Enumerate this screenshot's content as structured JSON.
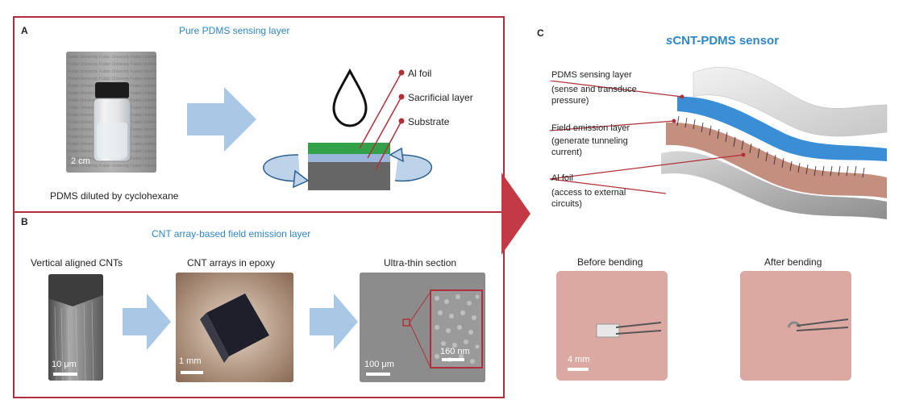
{
  "panelA": {
    "letter": "A",
    "title": "Pure PDMS sensing layer",
    "vial_caption": "PDMS diluted by cyclohexane",
    "vial_scale": "2 cm",
    "bottle_text": "Fudan University",
    "labels": [
      "Al foil",
      "Sacrificial layer",
      "Substrate"
    ]
  },
  "panelB": {
    "letter": "B",
    "title": "CNT array-based field emission layer",
    "items": [
      {
        "caption": "Vertical aligned CNTs",
        "scale": "10 μm"
      },
      {
        "caption": "CNT arrays in epoxy",
        "scale": "1 mm"
      },
      {
        "caption": "Ultra-thin section",
        "scale": "100 μm",
        "inset_scale": "160 nm"
      }
    ]
  },
  "panelC": {
    "letter": "C",
    "title_italic": "s",
    "title_rest": "CNT-PDMS sensor",
    "layers": [
      {
        "name": "PDMS sensing layer",
        "desc1": "(sense and transduce",
        "desc2": "pressure)"
      },
      {
        "name": "Field emission layer",
        "desc1": "(generate tunneling",
        "desc2": "current)"
      },
      {
        "name": "Al foil",
        "desc1": "(access to external",
        "desc2": "circuits)"
      }
    ],
    "before_label": "Before bending",
    "after_label": "After bending",
    "photo_scale": "4 mm"
  },
  "colors": {
    "frame": "#b0303a",
    "title_blue": "#2f86c8",
    "arrow_blue": "#a9c8e6",
    "big_arrow_red": "#c43a44",
    "pdms_blue": "#3a8ed6",
    "green": "#33a04a",
    "substrate": "#666666"
  }
}
